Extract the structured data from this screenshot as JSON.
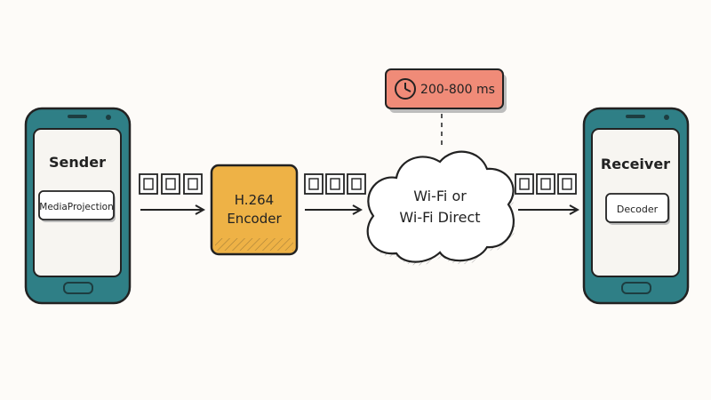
{
  "sender": {
    "title": "Sender",
    "module": "MediaProjection"
  },
  "encoder": {
    "line1": "H.264",
    "line2": "Encoder"
  },
  "network": {
    "line1": "Wi-Fi or",
    "line2": "Wi-Fi Direct"
  },
  "latency": {
    "label": "200-800 ms",
    "icon": "clock-icon"
  },
  "receiver": {
    "title": "Receiver",
    "module": "Decoder"
  },
  "colors": {
    "phone_body": "#2f7f86",
    "phone_screen": "#f7f5f1",
    "phone_title": "#2f7f86",
    "encoder_fill": "#eeb246",
    "latency_fill": "#f08b78",
    "outline": "#222222",
    "background": "#fdfbf8"
  }
}
